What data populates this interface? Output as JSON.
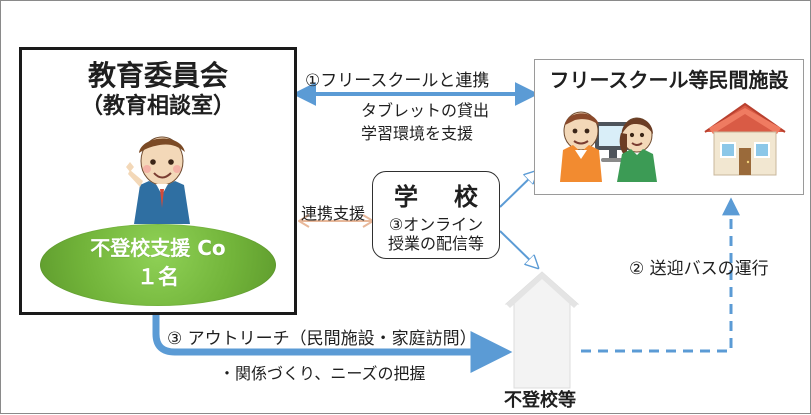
{
  "diagram": {
    "board": {
      "title": "教育委員会",
      "subtitle": "（教育相談室）",
      "support_line1": "不登校支援 Co",
      "support_line2": "１名"
    },
    "facility": {
      "title": "フリースクール等民間施設"
    },
    "school": {
      "title": "学　校",
      "line1": "③オンライン",
      "line2": "授業の配信等"
    },
    "labels": {
      "link_main": "①フリースクールと連携",
      "tablet_line1": "タブレットの貸出",
      "tablet_line2": "学習環境を支援",
      "support": "連携支援",
      "bus": "② 送迎バスの運行",
      "outreach": "③ アウトリーチ（民間施設・家庭訪問）",
      "relation": "・関係づくり、ニーズの把握",
      "absent": "不登校等"
    },
    "colors": {
      "blue": "#5b9bd5",
      "green": "#72b43a",
      "orange": "#e8b89a",
      "border": "#1a1a1a"
    },
    "icons": {
      "board_person": "person-icon",
      "tablet_people": "people-with-computer-icon",
      "facility_building": "house-icon",
      "absent_house": "house-icon"
    }
  }
}
